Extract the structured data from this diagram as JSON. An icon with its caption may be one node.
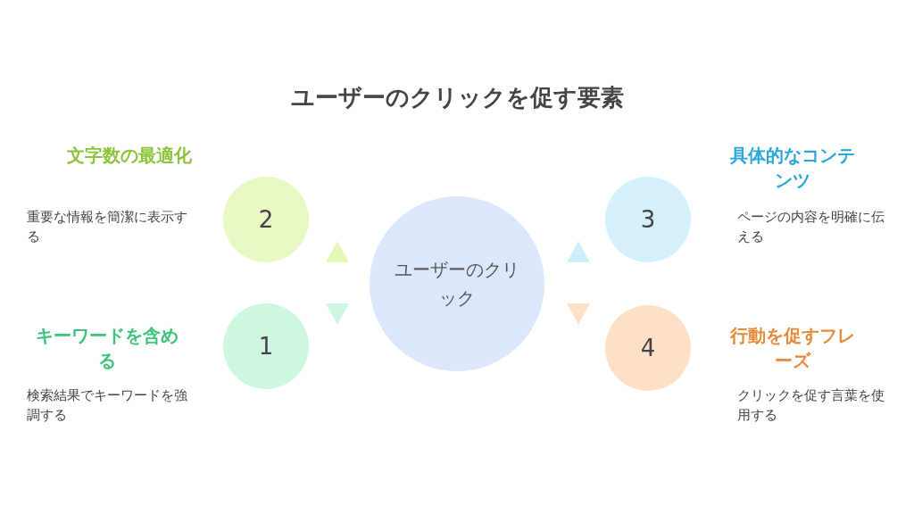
{
  "diagram": {
    "title": "ユーザーのクリックを促す要素",
    "nodes": [
      {
        "text": [
          "ユーザーのクリック"
        ]
      },
      {
        "text": [
          "2"
        ],
        "beside": [
          "文字数の最適化",
          "重要な情報を簡潔に表示する"
        ]
      },
      {
        "text": [
          "3"
        ],
        "beside": [
          "具体的なコンテンツ",
          "ページの内容を明確に伝える"
        ]
      },
      {
        "text": [
          "1"
        ],
        "beside": [
          "キーワードを含める",
          "検索結果でキーワードを強調する"
        ]
      },
      {
        "text": [
          "4"
        ],
        "beside": [
          "行動を促すフレーズ",
          "クリックを促す言葉を使用する"
        ]
      }
    ]
  }
}
